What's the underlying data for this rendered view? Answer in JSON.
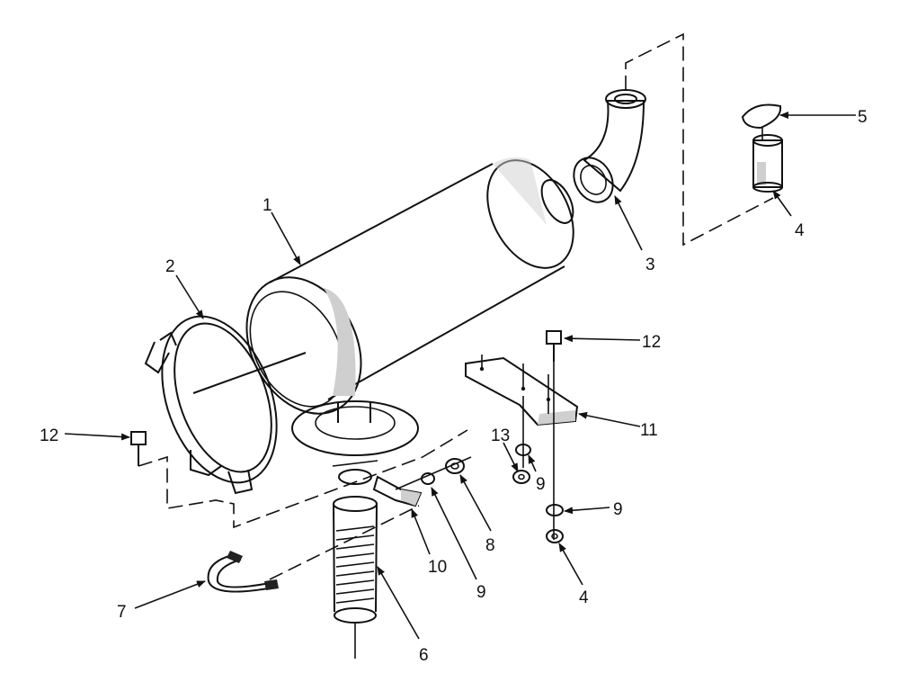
{
  "callouts": {
    "c1": "1",
    "c2": "2",
    "c3": "3",
    "c4a": "4",
    "c4b": "4",
    "c5": "5",
    "c6": "6",
    "c7": "7",
    "c8": "8",
    "c9a": "9",
    "c9b": "9",
    "c9c": "9",
    "c10": "10",
    "c11": "11",
    "c12a": "12",
    "c12b": "12",
    "c13": "13"
  }
}
